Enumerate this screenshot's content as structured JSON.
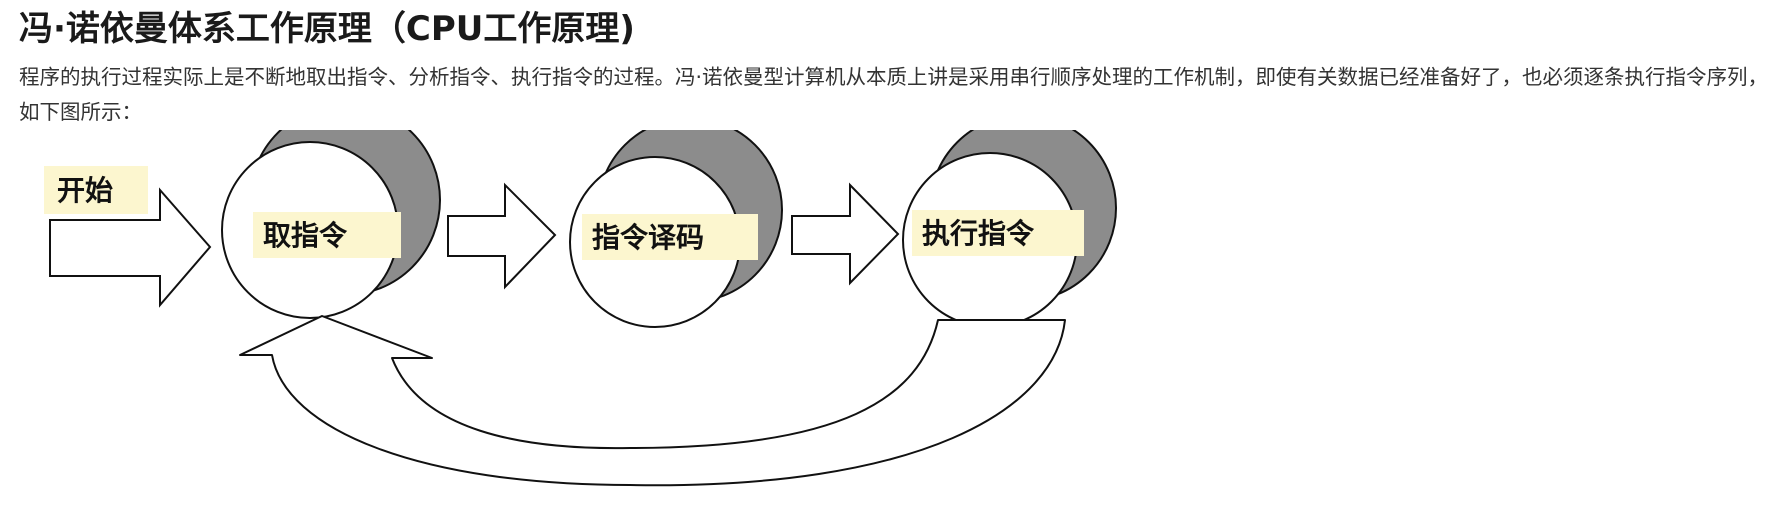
{
  "article": {
    "title": "冯·诺依曼体系工作原理（CPU工作原理)",
    "paragraph": "程序的执行过程实际上是不断地取出指令、分析指令、执行指令的过程。冯·诺依曼型计算机从本质上讲是采用串行顺序处理的工作机制，即使有关数据已经准备好了，也必须逐条执行指令序列，如下图所示："
  },
  "diagram": {
    "start_label": "开始",
    "steps": [
      {
        "label": "取指令"
      },
      {
        "label": "指令译码"
      },
      {
        "label": "执行指令"
      }
    ],
    "colors": {
      "label_bg": "#fcf6cf",
      "shadow": "#8c8c8c",
      "stroke": "#111111"
    }
  }
}
